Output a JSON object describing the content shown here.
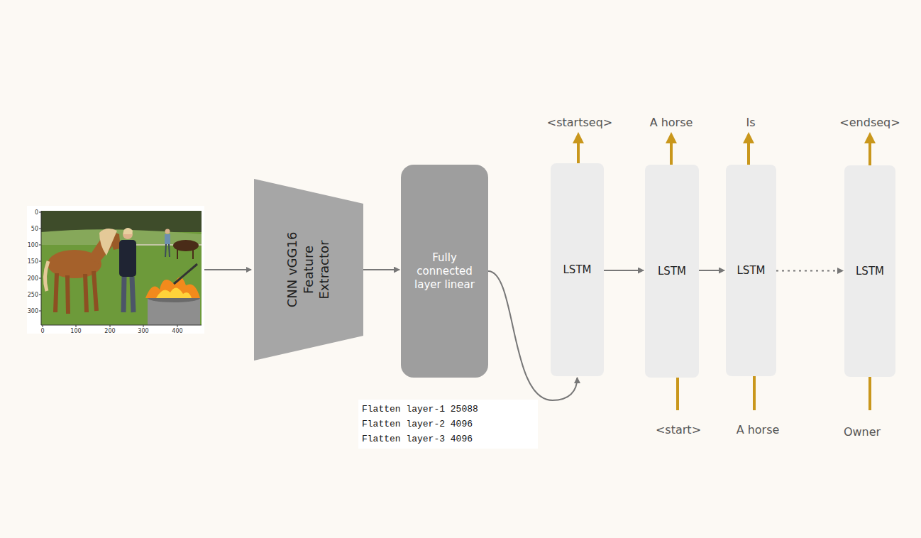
{
  "diagram": {
    "nodes": [
      {
        "text": [
          "CNN vGG16 Feature Extractor"
        ]
      },
      {
        "text": [
          "Fully connected layer linear"
        ]
      },
      {
        "text": [
          "LSTM"
        ]
      },
      {
        "text": [
          "LSTM"
        ]
      },
      {
        "text": [
          "LSTM"
        ]
      },
      {
        "text": [
          "LSTM"
        ]
      }
    ],
    "edges": [
      {
        "from": 0,
        "to": 1,
        "arrow": "to"
      },
      {
        "from": 1,
        "to": 2,
        "arrow": "to"
      },
      {
        "from": 2,
        "to": 3,
        "arrow": "to"
      },
      {
        "from": 3,
        "to": 4,
        "arrow": "to"
      },
      {
        "from": 4,
        "to": 5,
        "arrow": "to"
      }
    ],
    "labels": [
      "0",
      "50",
      "100",
      "150",
      "200",
      "250",
      "300",
      "0",
      "100",
      "200",
      "300",
      "400",
      "Flatten layer-1 25088",
      "Flatten layer-2 4096",
      "Flatten layer-3 4096",
      "<startseq>",
      "A horse",
      "Is",
      "<endseq>",
      "<start>",
      "A horse",
      "Owner"
    ]
  }
}
